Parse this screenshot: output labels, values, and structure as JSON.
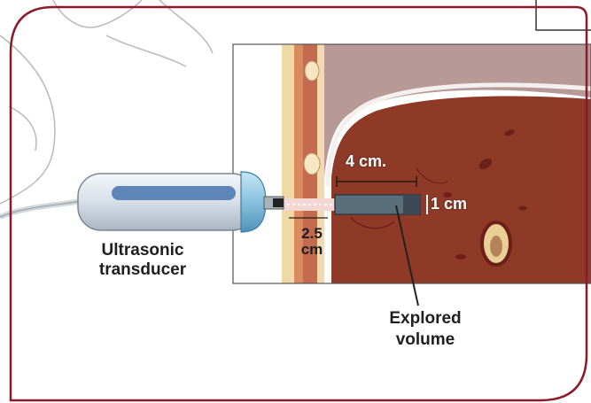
{
  "labels": {
    "depth_horizontal": "4 cm.",
    "width_vertical": "1 cm",
    "skin_depth_line1": "2.5",
    "skin_depth_line2": "cm",
    "transducer_line1": "Ultrasonic",
    "transducer_line2": "transducer",
    "volume_line1": "Explored",
    "volume_line2": "volume"
  },
  "colors": {
    "frame_border": "#8b1a2b",
    "liver": "#8e3a27",
    "liver_dark_spot": "#6e1f1a",
    "skin_fat": "#f1d9a6",
    "muscle": "#c46a4f",
    "rib_cartilage": "#e9d6c6",
    "transducer_body": "#dfe6ee",
    "transducer_window": "#5f86b8",
    "transducer_cap": "#8fc3df",
    "explored_volume": "#5b6e7c",
    "label_text": "#1f1f1f"
  },
  "icons": {
    "transducer": "ultrasound-probe-icon",
    "ribcage": "ribcage-outline-icon"
  }
}
